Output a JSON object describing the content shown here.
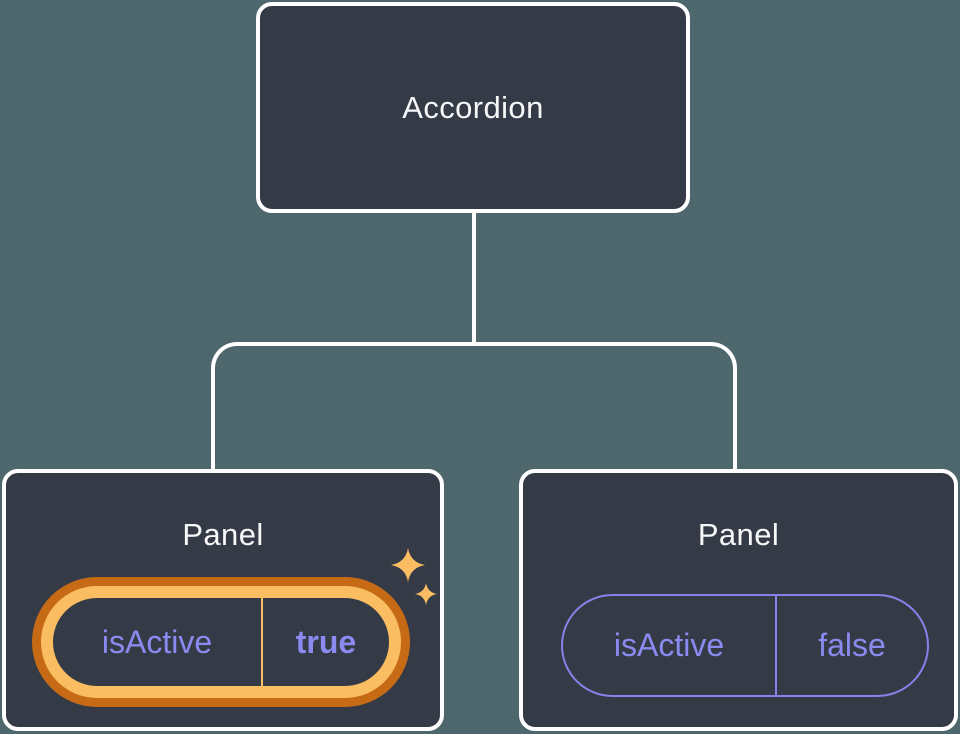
{
  "tree": {
    "root": {
      "label": "Accordion"
    },
    "children": [
      {
        "label": "Panel",
        "prop_name": "isActive",
        "prop_value": "true",
        "state": "active-highlighted"
      },
      {
        "label": "Panel",
        "prop_name": "isActive",
        "prop_value": "false",
        "state": "inactive"
      }
    ]
  },
  "icons": {
    "sparkles": "sparkles-icon"
  },
  "colors": {
    "background": "#4d676d",
    "node_fill": "#353b46",
    "node_border": "#ffffff",
    "title_text": "#f6f7f9",
    "prop_text": "#8b8af0",
    "pill_outline_purple": "#8583ea",
    "highlight_ring_outer": "#c76a15",
    "highlight_ring_inner": "#fabd62",
    "sparkle": "#fabd62"
  }
}
